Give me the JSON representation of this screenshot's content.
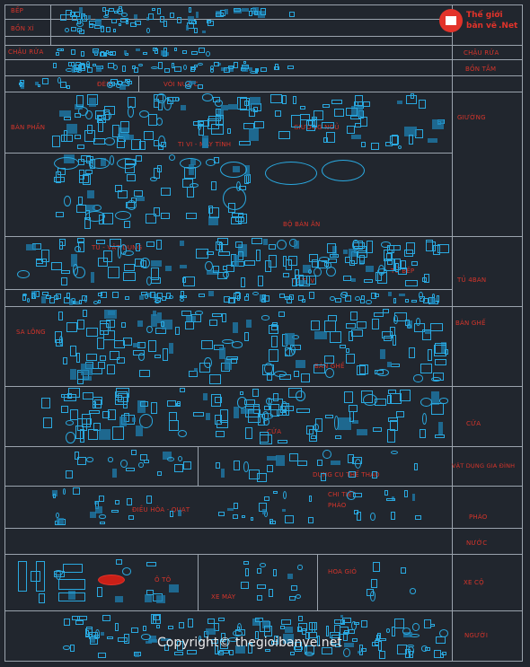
{
  "title_logo": {
    "line1": "Thế giới",
    "line2": "bản vẽ",
    "line3": ".Net",
    "brand_color": "#e2332a"
  },
  "left_labels": {
    "bep": "BẾP",
    "bon_xi": "BỒN XÍ",
    "chau_rua": "CHẬU RỬA",
    "ban_phan": "BÀN PHẤN",
    "sa_long": "SA LÔNG"
  },
  "right_labels": {
    "chau_rua": "CHẬU RỬA",
    "bon_tam": "BỒN TẮM",
    "giuong": "GIƯỜNG",
    "tu_4ban": "TỦ 4BAN",
    "ban_ghe": "BÀN GHẾ",
    "cua": "CỬA",
    "vat_dung_gia_dinh": "VẬT DỤNG GIA ĐÌNH",
    "phao": "PHÀO",
    "nuoc": "NƯỚC",
    "xe_co": "XE CỘ",
    "nguoi": "NGƯỜI"
  },
  "inner_labels": {
    "den": "ĐÈN",
    "voi_nuoc": "VÒI NƯỚC",
    "giuong_ngu": "GIƯỜNG NGỦ",
    "ti_vi_may_tinh": "TI VI - MÁY TÍNH",
    "bo_ban_an": "BỘ BÀN ĂN",
    "tu_vat_dung": "TỦ - VẬT DỤNG",
    "tu_bep": "TỦ BẾP",
    "tu_ti_vi": "TỦ TI VI",
    "ban_ghe": "BÀN GHẾ",
    "cua": "CỬA",
    "dung_cu_the_thao": "DỤNG CỤ THỂ THAO",
    "dieu_hoa_quat": "ĐIỀU HÒA - QUẠT",
    "chi_tiet_phao": "CHI TIẾT PHÀO",
    "o_to": "Ô TÔ",
    "xe_may": "XE MÁY",
    "hoa_gio": "HOA GIÓ"
  },
  "copyright": "Copyright© thegioibanve.net",
  "colors": {
    "background": "#21262e",
    "frame": "#9aa3ad",
    "label": "#d7352b",
    "block": "#2aa9e0"
  }
}
